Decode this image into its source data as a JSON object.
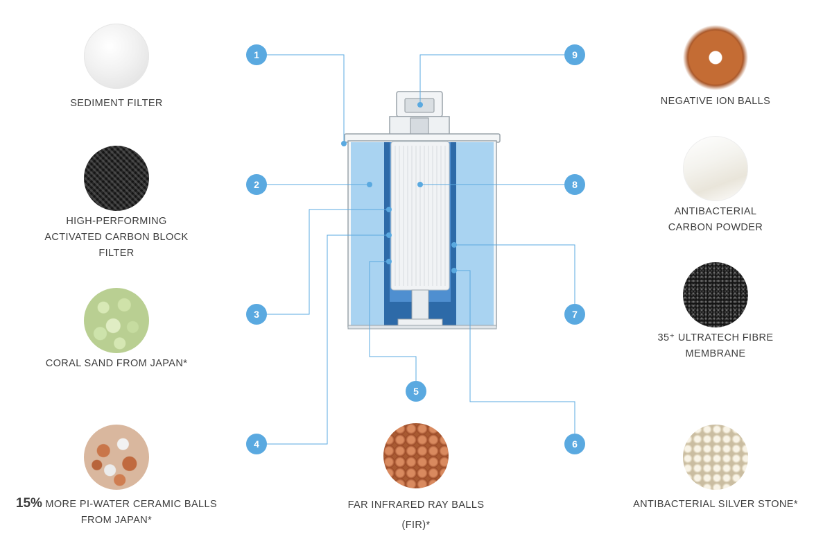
{
  "diagram": {
    "callout_color": "#5aa9e0",
    "materials": [
      {
        "id": "sediment",
        "lines": [
          "SEDIMENT FILTER"
        ]
      },
      {
        "id": "carbon-block",
        "lines": [
          "HIGH-PERFORMING",
          "ACTIVATED CARBON BLOCK",
          "FILTER"
        ]
      },
      {
        "id": "coral-sand",
        "lines": [
          "CORAL SAND FROM JAPAN*"
        ]
      },
      {
        "id": "ceramic-balls",
        "highlight": "15%",
        "lines": [
          "MORE PI-WATER CERAMIC BALLS",
          "FROM JAPAN*"
        ]
      },
      {
        "id": "fir-balls",
        "lines": [
          "FAR INFRARED RAY BALLS",
          "(FIR)*"
        ]
      },
      {
        "id": "negative-ion",
        "lines": [
          "NEGATIVE ION BALLS"
        ]
      },
      {
        "id": "antibac-powder",
        "lines": [
          "ANTIBACTERIAL",
          "CARBON POWDER"
        ]
      },
      {
        "id": "ultratech-fibre",
        "lines": [
          "35⁺ ULTRATECH FIBRE",
          "MEMBRANE"
        ]
      },
      {
        "id": "silver-stone",
        "lines": [
          "ANTIBACTERIAL SILVER STONE*"
        ]
      }
    ],
    "callouts": [
      "1",
      "2",
      "3",
      "4",
      "5",
      "6",
      "7",
      "8",
      "9"
    ]
  }
}
